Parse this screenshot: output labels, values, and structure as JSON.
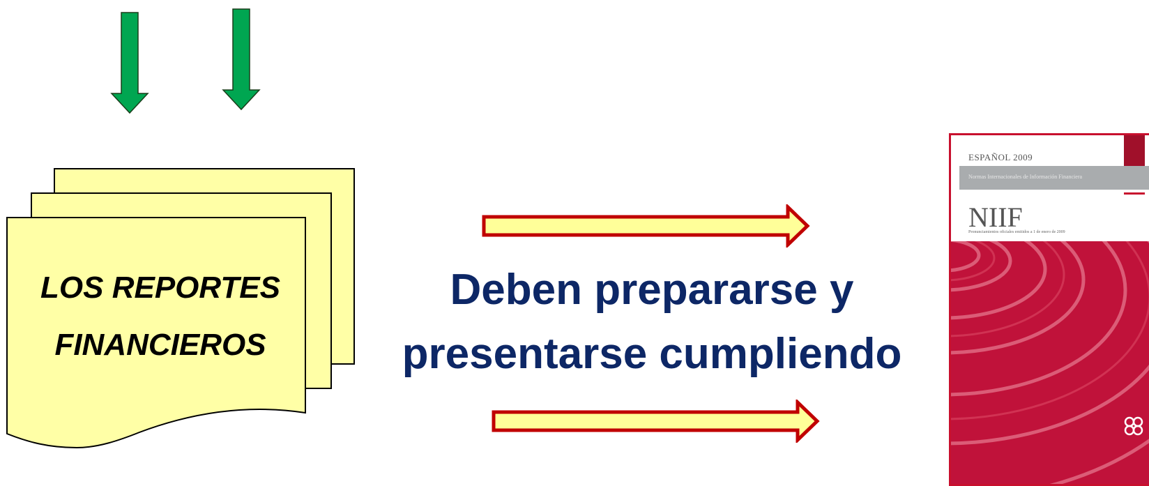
{
  "diagram": {
    "reports_label": [
      "LOS REPORTES",
      "FINANCIEROS"
    ],
    "main_text": [
      "Deben prepararse y",
      "presentarse cumpliendo"
    ],
    "book": {
      "edition": "ESPAÑOL 2009",
      "banner": "Normas Internacionales de Información Financiera",
      "title": "NIIF",
      "subtitle": "Pronunciamientos oficiales emitidos a 1 de enero de 2009",
      "org_icon": "iasb-logo-icon"
    },
    "colors": {
      "green_arrow": "#00a651",
      "paper": "#ffffa6",
      "red_arrow_border": "#c00000",
      "red_arrow_fill": "#ffff99",
      "text_blue": "#0d2766",
      "book_red": "#c8102e"
    }
  }
}
